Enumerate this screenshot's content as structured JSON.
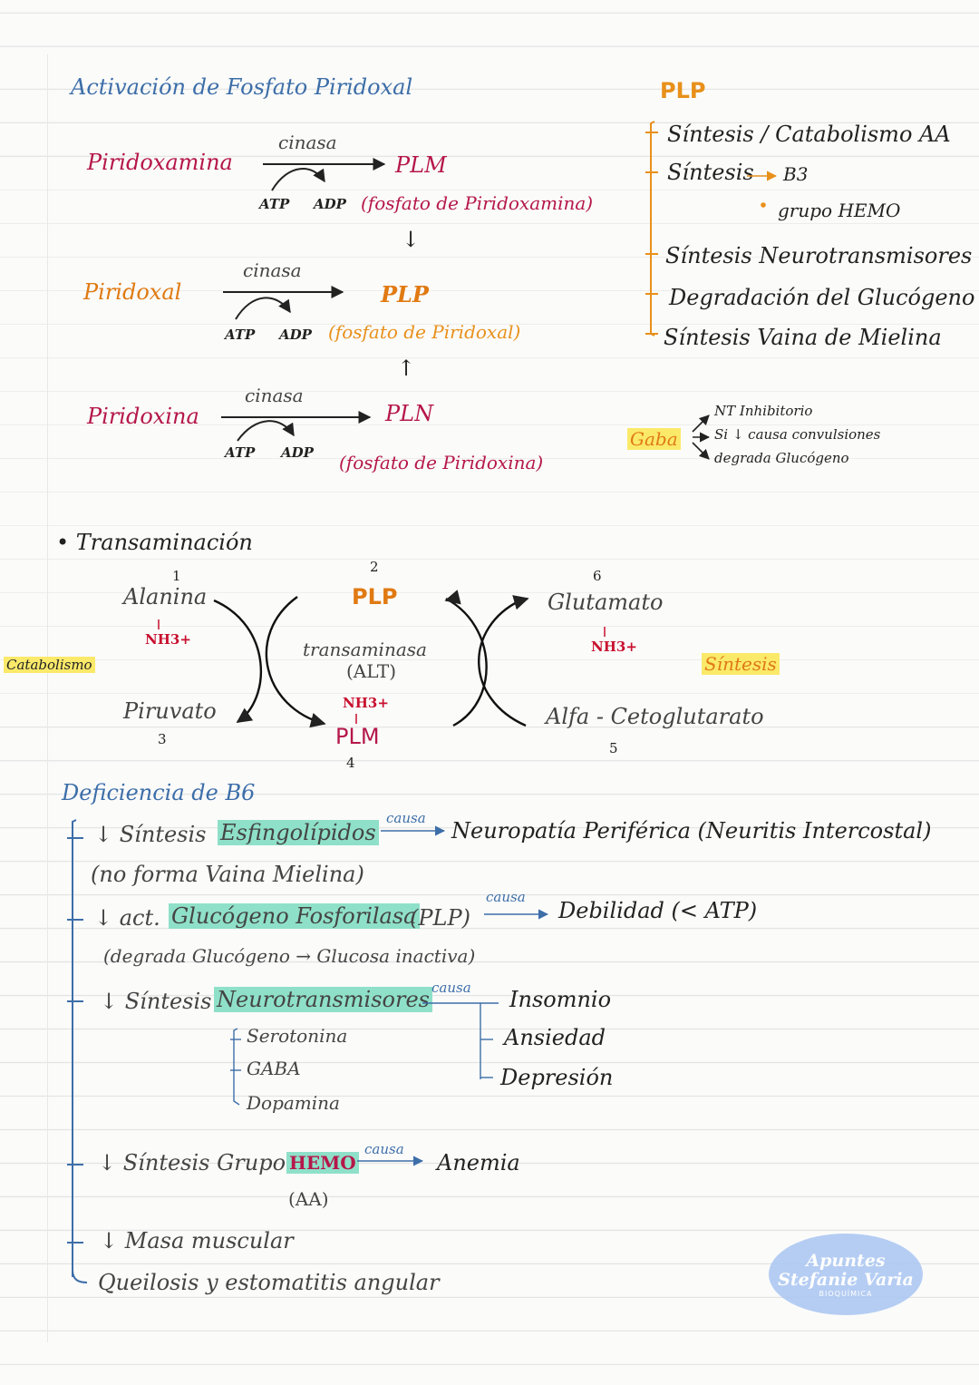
{
  "colors": {
    "heading_blue": "#3d6ea8",
    "crimson": "#b5174a",
    "orange": "#e8901a",
    "red": "#c8102e",
    "highlight_yellow": "#fbe96a",
    "highlight_teal": "#8fe0c8",
    "stamp_blue": "#a9c6f2"
  },
  "activation": {
    "title": "Activación de Fosfato Piridoxal",
    "rows": [
      {
        "substrate": "Piridoxamina",
        "enzyme": "cinasa",
        "atp": "ATP",
        "adp": "ADP",
        "product": "PLM",
        "product_name": "(fosfato de Piridoxamina)"
      },
      {
        "substrate": "Piridoxal",
        "enzyme": "cinasa",
        "atp": "ATP",
        "adp": "ADP",
        "product": "PLP",
        "product_name": "(fosfato de Piridoxal)"
      },
      {
        "substrate": "Piridoxina",
        "enzyme": "cinasa",
        "atp": "ATP",
        "adp": "ADP",
        "product": "PLN",
        "product_name": "(fosfato de Piridoxina)"
      }
    ],
    "arrow_down": "↓",
    "arrow_up": "↑"
  },
  "plp": {
    "title": "PLP",
    "items": [
      "Síntesis / Catabolismo AA",
      "Síntesis",
      "Síntesis Neurotransmisores",
      "Degradación del Glucógeno",
      "Síntesis Vaina de Mielina"
    ],
    "sub_b3": "B3",
    "sub_hemo": "grupo HEMO"
  },
  "gaba": {
    "label": "Gaba",
    "items": [
      "NT Inhibitorio",
      "Si ↓ causa convulsiones",
      "degrada Glucógeno"
    ]
  },
  "transamination": {
    "title": "• Transaminación",
    "n1": "1",
    "n2": "2",
    "n3": "3",
    "n4": "4",
    "n5": "5",
    "n6": "6",
    "alanina": "Alanina",
    "nh3": "NH3+",
    "piruvato": "Piruvato",
    "plp": "PLP",
    "enzyme": "transaminasa",
    "enzyme_abbr": "(ALT)",
    "plm": "PLM",
    "glutamato": "Glutamato",
    "alfa": "Alfa - Cetoglutarato",
    "catabolismo": "Catabolismo",
    "sintesis": "Síntesis"
  },
  "deficiency": {
    "title": "Deficiencia de B6",
    "causa": "causa",
    "e1_a": "↓ Síntesis",
    "e1_hl": "Esfingolípidos",
    "e1_result": "Neuropatía Periférica (Neuritis Intercostal)",
    "e1_note": "(no forma Vaina Mielina)",
    "e2_a": "↓ act.",
    "e2_hl": "Glucógeno Fosforilasa",
    "e2_b": "(PLP)",
    "e2_result": "Debilidad (< ATP)",
    "e2_note": "(degrada Glucógeno → Glucosa inactiva)",
    "e3_a": "↓ Síntesis",
    "e3_hl": "Neurotransmisores",
    "e3_list": [
      "Serotonina",
      "GABA",
      "Dopamina"
    ],
    "e3_results": [
      "Insomnio",
      "Ansiedad",
      "Depresión"
    ],
    "e4_a": "↓ Síntesis Grupo",
    "e4_hl": "HEMO",
    "e4_note": "(AA)",
    "e4_result": "Anemia",
    "e5": "↓ Masa muscular",
    "e6": "Queilosis y estomatitis angular"
  },
  "stamp": {
    "line1": "Apuntes",
    "line2": "Stefanie Varia",
    "line3": "BIOQUÍMICA"
  }
}
